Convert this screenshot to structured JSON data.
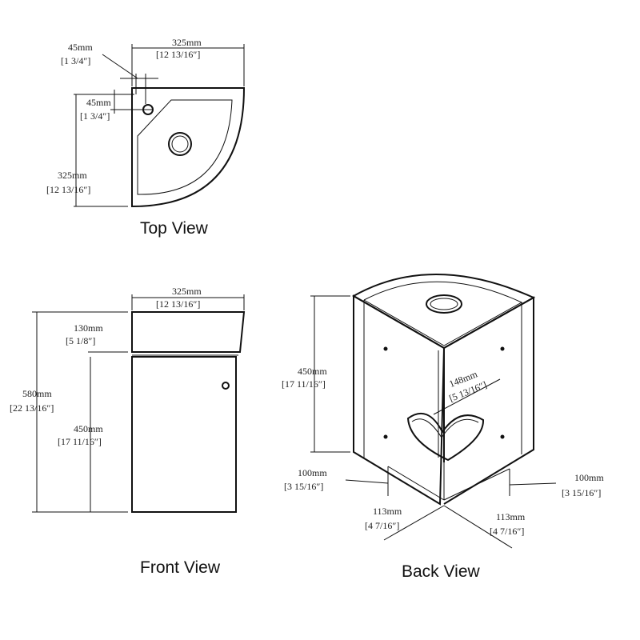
{
  "views": {
    "top": {
      "title": "Top View",
      "width": {
        "mm": "325mm",
        "in": "[12 13/16″]"
      },
      "depth": {
        "mm": "325mm",
        "in": "[12 13/16″]"
      },
      "hole_offset_x": {
        "mm": "45mm",
        "in": "[1 3/4″]"
      },
      "hole_offset_y": {
        "mm": "45mm",
        "in": "[1 3/4″]"
      }
    },
    "front": {
      "title": "Front View",
      "width": {
        "mm": "325mm",
        "in": "[12 13/16″]"
      },
      "basin_height": {
        "mm": "130mm",
        "in": "[5 1/8″]"
      },
      "total_height": {
        "mm": "580mm",
        "in": "[22 13/16″]"
      },
      "cabinet_height": {
        "mm": "450mm",
        "in": "[17 11/16″]"
      }
    },
    "back": {
      "title": "Back View",
      "height": {
        "mm": "450mm",
        "in": "[17 11/16″]"
      },
      "cutout_height": {
        "mm": "148mm",
        "in": "[5 13/16″]"
      },
      "cutout_left": {
        "mm": "100mm",
        "in": "[3 15/16″]"
      },
      "cutout_right": {
        "mm": "100mm",
        "in": "[3 15/16″]"
      },
      "offset_left": {
        "mm": "113mm",
        "in": "[4 7/16″]"
      },
      "offset_right": {
        "mm": "113mm",
        "in": "[4 7/16″]"
      }
    }
  }
}
